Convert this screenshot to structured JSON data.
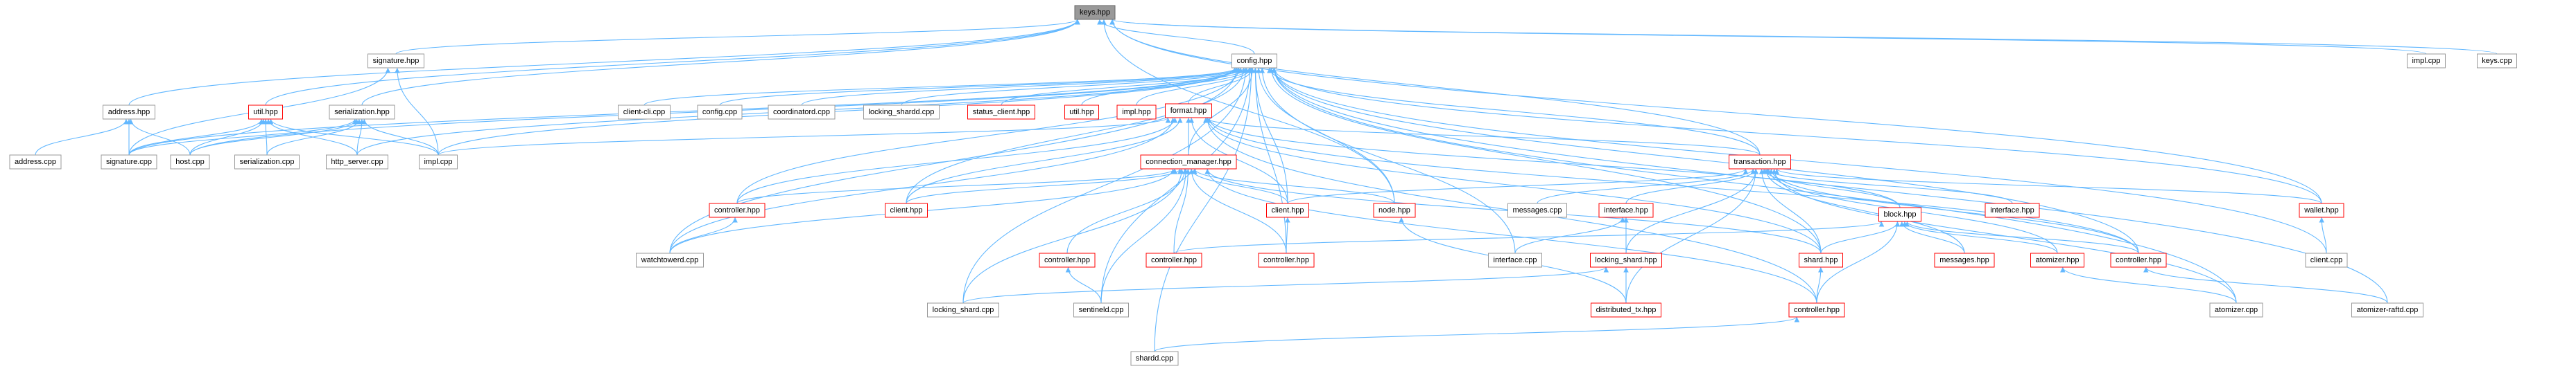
{
  "graph": {
    "edge_color": "#63b8ff",
    "nodes": [
      {
        "label": "keys.hpp",
        "fill": "#999999",
        "border": "#666666"
      },
      {
        "label": "signature.hpp",
        "fill": "#ffffff",
        "border": "#999999"
      },
      {
        "label": "config.hpp",
        "fill": "#ffffff",
        "border": "#999999"
      },
      {
        "label": "impl.cpp",
        "fill": "#ffffff",
        "border": "#999999"
      },
      {
        "label": "keys.cpp",
        "fill": "#ffffff",
        "border": "#999999"
      },
      {
        "label": "address.hpp",
        "fill": "#ffffff",
        "border": "#999999"
      },
      {
        "label": "util.hpp",
        "fill": "#ffffff",
        "border": "#ff0000"
      },
      {
        "label": "serialization.hpp",
        "fill": "#ffffff",
        "border": "#999999"
      },
      {
        "label": "client-cli.cpp",
        "fill": "#ffffff",
        "border": "#999999"
      },
      {
        "label": "config.cpp",
        "fill": "#ffffff",
        "border": "#999999"
      },
      {
        "label": "coordinatord.cpp",
        "fill": "#ffffff",
        "border": "#999999"
      },
      {
        "label": "locking_shardd.cpp",
        "fill": "#ffffff",
        "border": "#999999"
      },
      {
        "label": "status_client.hpp",
        "fill": "#ffffff",
        "border": "#ff0000"
      },
      {
        "label": "util.hpp",
        "fill": "#ffffff",
        "border": "#ff0000"
      },
      {
        "label": "impl.hpp",
        "fill": "#ffffff",
        "border": "#ff0000"
      },
      {
        "label": "format.hpp",
        "fill": "#ffffff",
        "border": "#ff0000"
      },
      {
        "label": "address.cpp",
        "fill": "#ffffff",
        "border": "#999999"
      },
      {
        "label": "signature.cpp",
        "fill": "#ffffff",
        "border": "#999999"
      },
      {
        "label": "host.cpp",
        "fill": "#ffffff",
        "border": "#999999"
      },
      {
        "label": "serialization.cpp",
        "fill": "#ffffff",
        "border": "#999999"
      },
      {
        "label": "http_server.cpp",
        "fill": "#ffffff",
        "border": "#999999"
      },
      {
        "label": "impl.cpp",
        "fill": "#ffffff",
        "border": "#999999"
      },
      {
        "label": "connection_manager.hpp",
        "fill": "#ffffff",
        "border": "#ff0000"
      },
      {
        "label": "transaction.hpp",
        "fill": "#ffffff",
        "border": "#ff0000"
      },
      {
        "label": "controller.hpp",
        "fill": "#ffffff",
        "border": "#ff0000"
      },
      {
        "label": "client.hpp",
        "fill": "#ffffff",
        "border": "#ff0000"
      },
      {
        "label": "client.hpp",
        "fill": "#ffffff",
        "border": "#ff0000"
      },
      {
        "label": "node.hpp",
        "fill": "#ffffff",
        "border": "#ff0000"
      },
      {
        "label": "messages.cpp",
        "fill": "#ffffff",
        "border": "#999999"
      },
      {
        "label": "interface.hpp",
        "fill": "#ffffff",
        "border": "#ff0000"
      },
      {
        "label": "block.hpp",
        "fill": "#ffffff",
        "border": "#ff0000"
      },
      {
        "label": "interface.hpp",
        "fill": "#ffffff",
        "border": "#ff0000"
      },
      {
        "label": "wallet.hpp",
        "fill": "#ffffff",
        "border": "#ff0000"
      },
      {
        "label": "watchtowerd.cpp",
        "fill": "#ffffff",
        "border": "#999999"
      },
      {
        "label": "controller.hpp",
        "fill": "#ffffff",
        "border": "#ff0000"
      },
      {
        "label": "controller.hpp",
        "fill": "#ffffff",
        "border": "#ff0000"
      },
      {
        "label": "controller.hpp",
        "fill": "#ffffff",
        "border": "#ff0000"
      },
      {
        "label": "interface.cpp",
        "fill": "#ffffff",
        "border": "#999999"
      },
      {
        "label": "locking_shard.hpp",
        "fill": "#ffffff",
        "border": "#ff0000"
      },
      {
        "label": "shard.hpp",
        "fill": "#ffffff",
        "border": "#ff0000"
      },
      {
        "label": "messages.hpp",
        "fill": "#ffffff",
        "border": "#ff0000"
      },
      {
        "label": "atomizer.hpp",
        "fill": "#ffffff",
        "border": "#ff0000"
      },
      {
        "label": "controller.hpp",
        "fill": "#ffffff",
        "border": "#ff0000"
      },
      {
        "label": "client.cpp",
        "fill": "#ffffff",
        "border": "#999999"
      },
      {
        "label": "locking_shard.cpp",
        "fill": "#ffffff",
        "border": "#999999"
      },
      {
        "label": "sentineld.cpp",
        "fill": "#ffffff",
        "border": "#999999"
      },
      {
        "label": "distributed_tx.hpp",
        "fill": "#ffffff",
        "border": "#ff0000"
      },
      {
        "label": "controller.hpp",
        "fill": "#ffffff",
        "border": "#ff0000"
      },
      {
        "label": "atomizer.cpp",
        "fill": "#ffffff",
        "border": "#999999"
      },
      {
        "label": "atomizer-raftd.cpp",
        "fill": "#ffffff",
        "border": "#999999"
      },
      {
        "label": "shardd.cpp",
        "fill": "#ffffff",
        "border": "#999999"
      }
    ],
    "edges": [
      [
        1,
        0
      ],
      [
        2,
        0
      ],
      [
        3,
        0
      ],
      [
        4,
        0
      ],
      [
        5,
        0
      ],
      [
        6,
        0
      ],
      [
        7,
        0
      ],
      [
        23,
        0
      ],
      [
        27,
        0
      ],
      [
        32,
        0
      ],
      [
        17,
        1
      ],
      [
        21,
        1
      ],
      [
        8,
        2
      ],
      [
        9,
        2
      ],
      [
        10,
        2
      ],
      [
        11,
        2
      ],
      [
        12,
        2
      ],
      [
        13,
        2
      ],
      [
        14,
        2
      ],
      [
        15,
        2
      ],
      [
        17,
        2
      ],
      [
        18,
        2
      ],
      [
        20,
        2
      ],
      [
        21,
        2
      ],
      [
        22,
        2
      ],
      [
        23,
        2
      ],
      [
        24,
        2
      ],
      [
        25,
        2
      ],
      [
        26,
        2
      ],
      [
        27,
        2
      ],
      [
        32,
        2
      ],
      [
        33,
        2
      ],
      [
        36,
        2
      ],
      [
        37,
        2
      ],
      [
        39,
        2
      ],
      [
        42,
        2
      ],
      [
        43,
        2
      ],
      [
        44,
        2
      ],
      [
        45,
        2
      ],
      [
        48,
        2
      ],
      [
        49,
        2
      ],
      [
        50,
        2
      ],
      [
        16,
        5
      ],
      [
        17,
        5
      ],
      [
        18,
        5
      ],
      [
        17,
        6
      ],
      [
        18,
        6
      ],
      [
        19,
        6
      ],
      [
        20,
        6
      ],
      [
        21,
        6
      ],
      [
        17,
        7
      ],
      [
        18,
        7
      ],
      [
        19,
        7
      ],
      [
        20,
        7
      ],
      [
        21,
        7
      ],
      [
        21,
        15
      ],
      [
        22,
        15
      ],
      [
        23,
        15
      ],
      [
        24,
        15
      ],
      [
        25,
        15
      ],
      [
        26,
        15
      ],
      [
        30,
        15
      ],
      [
        33,
        15
      ],
      [
        39,
        15
      ],
      [
        42,
        15
      ],
      [
        47,
        15
      ],
      [
        24,
        22
      ],
      [
        25,
        22
      ],
      [
        26,
        22
      ],
      [
        27,
        22
      ],
      [
        33,
        22
      ],
      [
        34,
        22
      ],
      [
        35,
        22
      ],
      [
        36,
        22
      ],
      [
        39,
        22
      ],
      [
        44,
        22
      ],
      [
        45,
        22
      ],
      [
        47,
        22
      ],
      [
        26,
        23
      ],
      [
        28,
        23
      ],
      [
        29,
        23
      ],
      [
        30,
        23
      ],
      [
        31,
        23
      ],
      [
        32,
        23
      ],
      [
        38,
        23
      ],
      [
        39,
        23
      ],
      [
        40,
        23
      ],
      [
        41,
        23
      ],
      [
        42,
        23
      ],
      [
        46,
        23
      ],
      [
        48,
        23
      ],
      [
        33,
        24
      ],
      [
        36,
        26
      ],
      [
        46,
        27
      ],
      [
        37,
        29
      ],
      [
        38,
        29
      ],
      [
        35,
        30
      ],
      [
        39,
        30
      ],
      [
        40,
        30
      ],
      [
        41,
        30
      ],
      [
        42,
        30
      ],
      [
        47,
        30
      ],
      [
        43,
        32
      ],
      [
        45,
        34
      ],
      [
        44,
        38
      ],
      [
        46,
        38
      ],
      [
        47,
        39
      ],
      [
        48,
        41
      ],
      [
        49,
        42
      ],
      [
        50,
        47
      ]
    ]
  }
}
